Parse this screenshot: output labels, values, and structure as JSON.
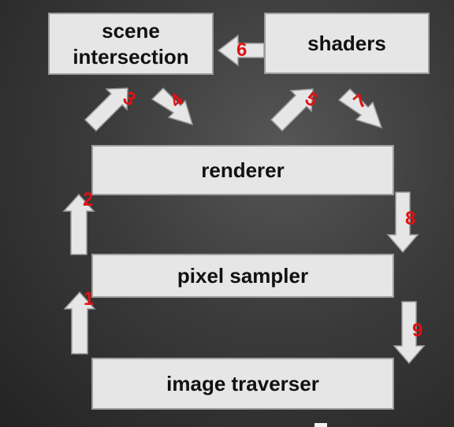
{
  "boxes": {
    "scene_intersection": "scene\nintersection",
    "shaders": "shaders",
    "renderer": "renderer",
    "pixel_sampler": "pixel sampler",
    "image_traverser": "image traverser"
  },
  "steps": [
    "1",
    "2",
    "3",
    "4",
    "5",
    "6",
    "7",
    "8",
    "9"
  ],
  "colors": {
    "box_fill": "#e6e6e6",
    "box_border": "#9d9d9d",
    "step_number": "#e01212",
    "arrow_fill": "#e6e6e6"
  }
}
